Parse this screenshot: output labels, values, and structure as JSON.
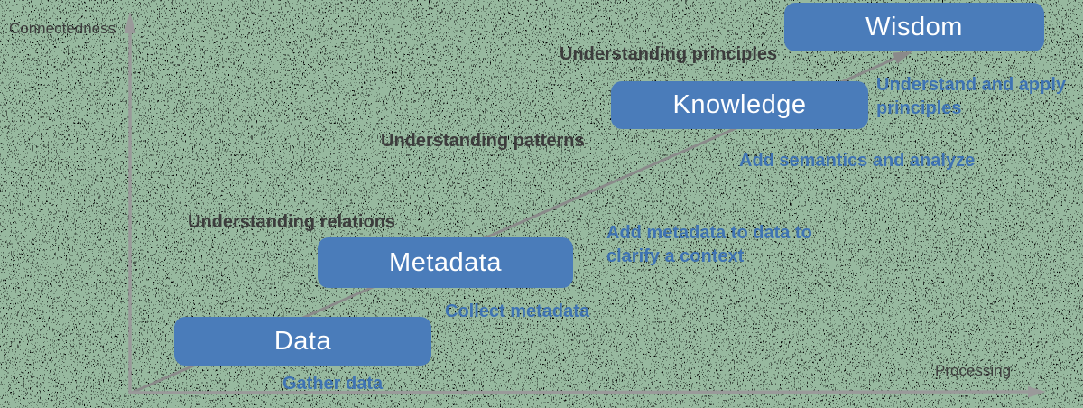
{
  "diagram": {
    "name": "data-to-wisdom-progression"
  },
  "axes": {
    "y_label": "Connectedness",
    "x_label": "Processing"
  },
  "stages": [
    {
      "label": "Data"
    },
    {
      "label": "Metadata"
    },
    {
      "label": "Knowledge"
    },
    {
      "label": "Wisdom"
    }
  ],
  "understanding_labels": [
    {
      "text": "Understanding relations"
    },
    {
      "text": "Understanding patterns"
    },
    {
      "text": "Understanding principles"
    }
  ],
  "action_labels": [
    {
      "text": "Gather data"
    },
    {
      "text": "Collect metadata"
    },
    {
      "text": "Add metadata to data to\nclarify a context"
    },
    {
      "text": "Add semantics and analyze"
    },
    {
      "text": "Understand and apply\nprinciples"
    }
  ],
  "colors": {
    "box_fill": "#4a7cba",
    "box_text": "#ffffff",
    "dark_label": "#3c3c3c",
    "blue_label": "#3e73b3",
    "axis": "#9a9a9a",
    "diagonal": "#8a8a8a",
    "noise_green": "#4f7d59"
  }
}
